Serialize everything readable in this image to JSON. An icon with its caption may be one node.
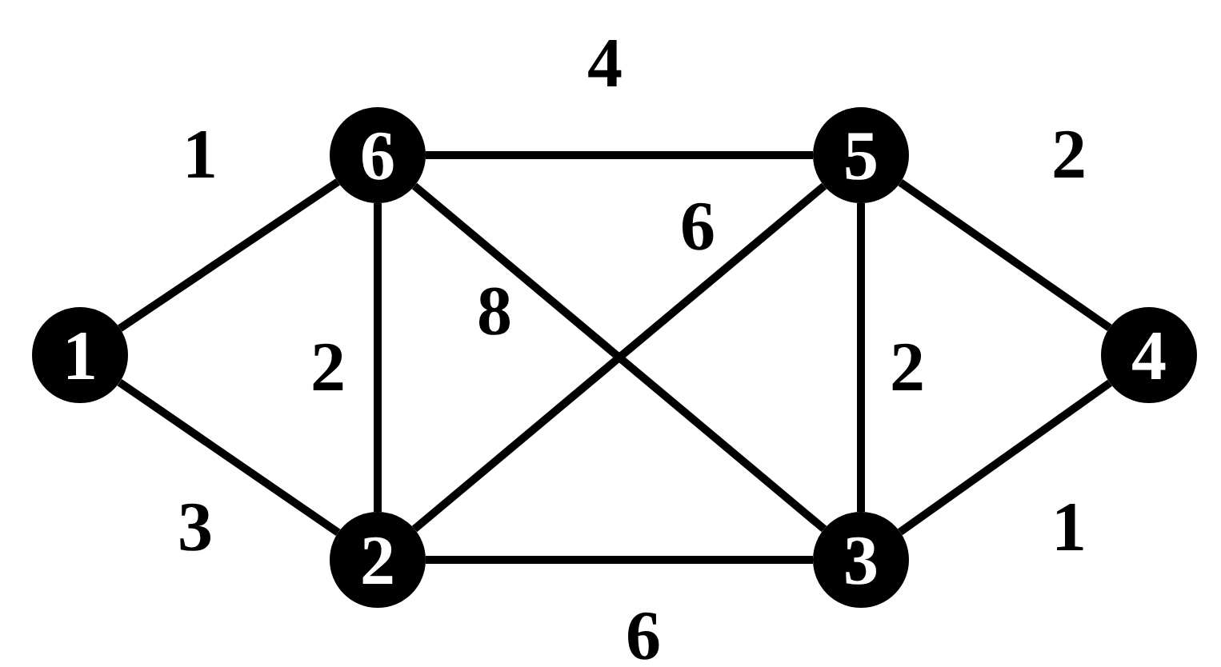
{
  "diagram": {
    "nodes": [
      {
        "text": [
          "6"
        ]
      },
      {
        "text": [
          "5"
        ]
      },
      {
        "text": [
          "1"
        ]
      },
      {
        "text": [
          "4"
        ]
      },
      {
        "text": [
          "2"
        ]
      },
      {
        "text": [
          "3"
        ]
      }
    ],
    "edges": [
      {
        "from": 2,
        "to": 0,
        "arrow": "none",
        "label": "1"
      },
      {
        "from": 0,
        "to": 1,
        "arrow": "none",
        "label": "4"
      },
      {
        "from": 1,
        "to": 3,
        "arrow": "none",
        "label": "2"
      },
      {
        "from": 0,
        "to": 4,
        "arrow": "none",
        "label": "2"
      },
      {
        "from": 0,
        "to": 5,
        "arrow": "none",
        "label": "8"
      },
      {
        "from": 1,
        "to": 4,
        "arrow": "none",
        "label": "6"
      },
      {
        "from": 1,
        "to": 5,
        "arrow": "none",
        "label": "2"
      },
      {
        "from": 2,
        "to": 4,
        "arrow": "none",
        "label": "3"
      },
      {
        "from": 3,
        "to": 5,
        "arrow": "none",
        "label": "1"
      },
      {
        "from": 4,
        "to": 5,
        "arrow": "none",
        "label": "6"
      }
    ]
  }
}
